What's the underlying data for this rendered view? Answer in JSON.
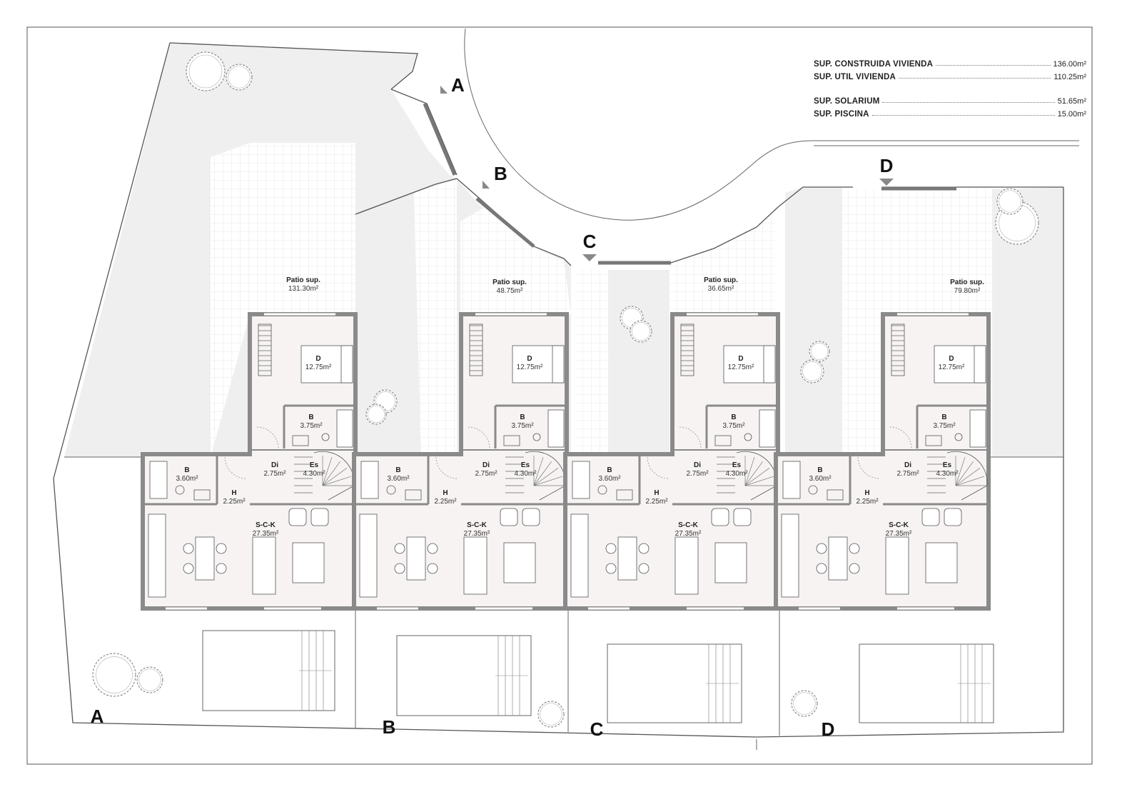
{
  "legend": {
    "built_label": "SUP. CONSTRUIDA VIVIENDA",
    "built_value": "136.00m²",
    "useful_label": "SUP. UTIL VIVIENDA",
    "useful_value": "110.25m²",
    "solarium_label": "SUP. SOLARIUM",
    "solarium_value": "51.65m²",
    "pool_label": "SUP. PISCINA",
    "pool_value": "15.00m²"
  },
  "patios": [
    {
      "label": "Patio sup.",
      "area": "131.30m²"
    },
    {
      "label": "Patio sup.",
      "area": "48.75m²"
    },
    {
      "label": "Patio sup.",
      "area": "36.65m²"
    },
    {
      "label": "Patio sup.",
      "area": "79.80m²"
    }
  ],
  "rooms": {
    "bedroom": {
      "name": "D",
      "area": "12.75m²"
    },
    "bath_upper": {
      "name": "B",
      "area": "3.75m²"
    },
    "bath_lower": {
      "name": "B",
      "area": "3.60m²"
    },
    "distributor": {
      "name": "Di",
      "area": "2.75m²"
    },
    "stairs": {
      "name": "Es",
      "area": "4.30m²"
    },
    "hall": {
      "name": "H",
      "area": "2.25m²"
    },
    "living": {
      "name": "S-C-K",
      "area": "27.35m²"
    }
  },
  "sections": {
    "top": [
      "A",
      "B",
      "C",
      "D"
    ],
    "bottom": [
      "A",
      "B",
      "C",
      "D"
    ]
  },
  "colors": {
    "wall": "#8a8a8a",
    "room_fill": "#f7f3f3",
    "garden_fill": "#efefef",
    "line": "#555555"
  }
}
